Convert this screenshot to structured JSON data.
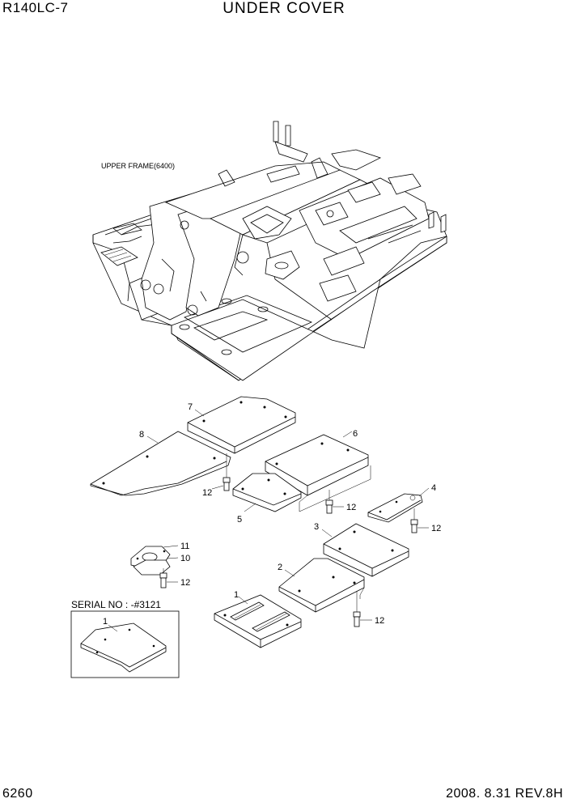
{
  "header": {
    "model": "R140LC-7",
    "title": "UNDER COVER"
  },
  "footer": {
    "page_number": "6260",
    "date_rev": "2008. 8.31  REV.8H"
  },
  "labels": {
    "upper_frame": "UPPER FRAME(6400)",
    "serial_no": "SERIAL NO : -#3121"
  },
  "callouts": {
    "p1": "1",
    "p1b": "1",
    "p2": "2",
    "p3": "3",
    "p4": "4",
    "p5": "5",
    "p6": "6",
    "p7": "7",
    "p8": "8",
    "p10": "10",
    "p11": "11",
    "p12a": "12",
    "p12b": "12",
    "p12c": "12",
    "p12d": "12",
    "p12e": "12"
  }
}
